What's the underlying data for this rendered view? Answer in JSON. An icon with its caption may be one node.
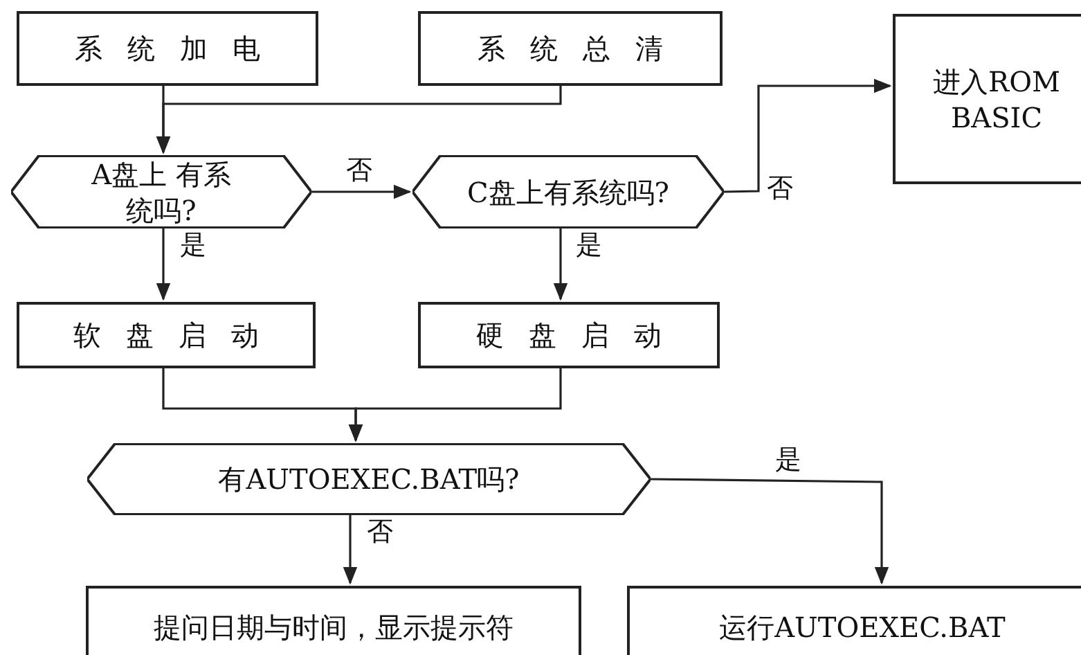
{
  "diagram": {
    "nodes": [
      {
        "text": [
          "系统加电"
        ]
      },
      {
        "text": [
          "系统总清"
        ]
      },
      {
        "text": [
          "进入ROM BASIC"
        ]
      },
      {
        "text": [
          "A盘上 有系统吗?"
        ]
      },
      {
        "text": [
          "C盘上有系统吗?"
        ]
      },
      {
        "text": [
          "软盘启动"
        ]
      },
      {
        "text": [
          "硬盘启动"
        ]
      },
      {
        "text": [
          "有AUTOEXEC.BAT吗?"
        ]
      },
      {
        "text": [
          "提问日期与时间，显示提示符"
        ]
      },
      {
        "text": [
          "运行AUTOEXEC.BAT"
        ]
      }
    ],
    "edges": [
      {
        "from": 0,
        "to": 3,
        "arrow": "to"
      },
      {
        "from": 1,
        "to": 3,
        "arrow": "to"
      },
      {
        "from": 3,
        "to": 4,
        "arrow": "to",
        "label": "否"
      },
      {
        "from": 4,
        "to": 2,
        "arrow": "to",
        "label": "否"
      },
      {
        "from": 3,
        "to": 5,
        "arrow": "to",
        "label": "是"
      },
      {
        "from": 4,
        "to": 6,
        "arrow": "to",
        "label": "是"
      },
      {
        "from": 5,
        "to": 7,
        "arrow": "to"
      },
      {
        "from": 6,
        "to": 7,
        "arrow": "to"
      },
      {
        "from": 7,
        "to": 8,
        "arrow": "to",
        "label": "否"
      },
      {
        "from": 7,
        "to": 9,
        "arrow": "to",
        "label": "是"
      }
    ]
  }
}
